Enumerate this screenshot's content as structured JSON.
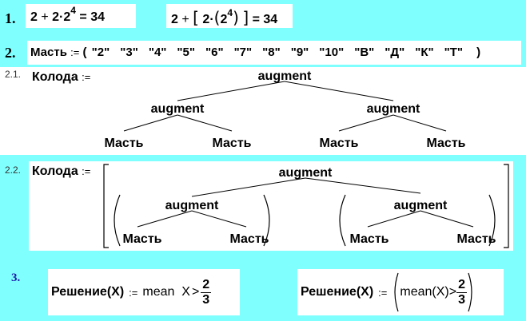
{
  "section1": {
    "number": "1.",
    "expr1": {
      "a": "2",
      "plus": "+",
      "b": "2·2",
      "exp": "4",
      "eq": "= 34"
    },
    "expr2": {
      "a": "2",
      "plus": "+",
      "lb": "[",
      "b": "2·",
      "lp": "(",
      "c": "2",
      "exp": "4",
      "rp": ")",
      "rb": "]",
      "eq": "= 34"
    }
  },
  "section2": {
    "number": "2.",
    "var": "Масть",
    "assign": ":=",
    "open": "(",
    "items": [
      "\"2\"",
      "\"3\"",
      "\"4\"",
      "\"5\"",
      "\"6\"",
      "\"7\"",
      "\"8\"",
      "\"9\"",
      "\"10\"",
      "\"В\"",
      "\"Д\"",
      "\"К\"",
      "\"Т\""
    ],
    "close": ")"
  },
  "section21": {
    "number": "2.1.",
    "var": "Колода",
    "assign": ":=",
    "root": "augment",
    "left": "augment",
    "right": "augment",
    "leaves": [
      "Масть",
      "Масть",
      "Масть",
      "Масть"
    ]
  },
  "section22": {
    "number": "2.2.",
    "var": "Колода",
    "assign": ":=",
    "root": "augment",
    "left": "augment",
    "right": "augment",
    "leaves": [
      "Масть",
      "Масть",
      "Масть",
      "Масть"
    ]
  },
  "section3": {
    "number": "3.",
    "f1": {
      "name": "Решение",
      "arg": "(X)",
      "assign": ":=",
      "body": "mean  X",
      "gt": ">",
      "num": "2",
      "den": "3"
    },
    "f2": {
      "name": "Решение",
      "arg": "(X)",
      "assign": ":=",
      "body": "mean(X)",
      "gt": ">",
      "num": "2",
      "den": "3"
    }
  }
}
